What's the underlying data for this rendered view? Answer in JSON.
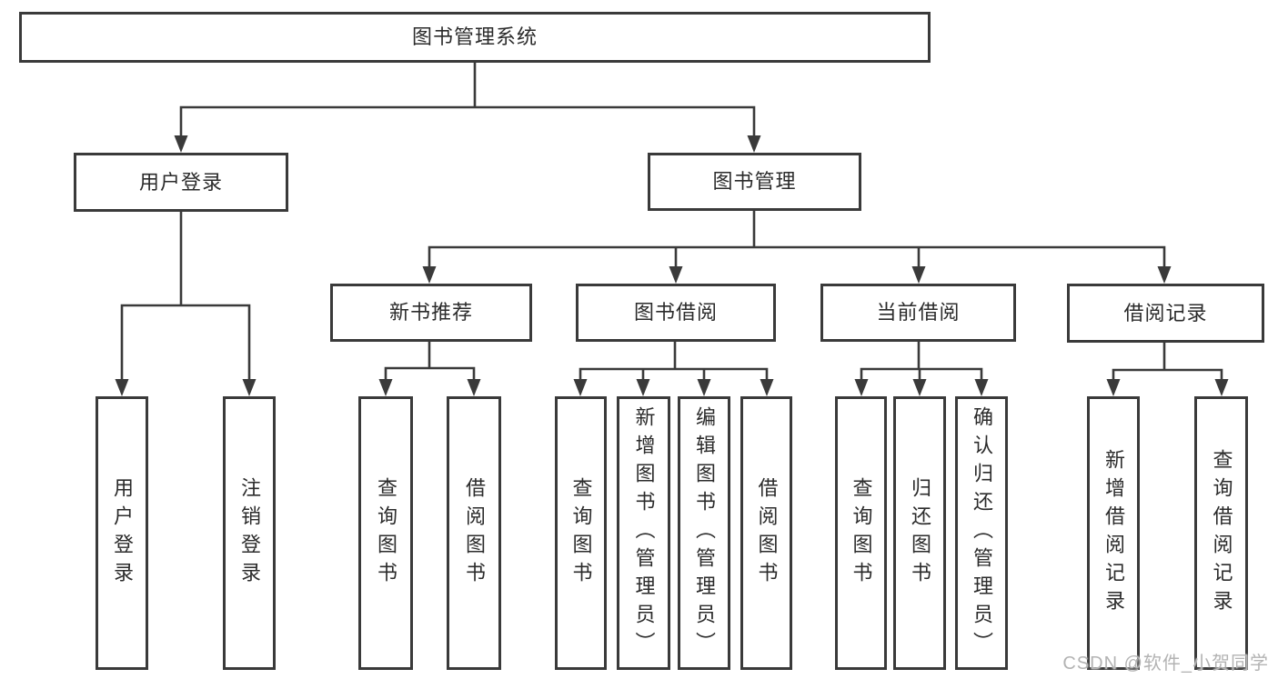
{
  "diagram": {
    "tree": {
      "root": {
        "label": "图书管理系统",
        "children": [
          {
            "label": "用户登录",
            "children": [
              {
                "label": "用户登录"
              },
              {
                "label": "注销登录"
              }
            ]
          },
          {
            "label": "图书管理",
            "children": [
              {
                "label": "新书推荐",
                "children": [
                  {
                    "label": "查询图书"
                  },
                  {
                    "label": "借阅图书"
                  }
                ]
              },
              {
                "label": "图书借阅",
                "children": [
                  {
                    "label": "查询图书"
                  },
                  {
                    "label": "新增图书（管理员）"
                  },
                  {
                    "label": "编辑图书（管理员）"
                  },
                  {
                    "label": "借阅图书"
                  }
                ]
              },
              {
                "label": "当前借阅",
                "children": [
                  {
                    "label": "查询图书"
                  },
                  {
                    "label": "归还图书"
                  },
                  {
                    "label": "确认归还（管理员）"
                  }
                ]
              },
              {
                "label": "借阅记录",
                "children": [
                  {
                    "label": "新增借阅记录"
                  },
                  {
                    "label": "查询借阅记录"
                  }
                ]
              }
            ]
          }
        ]
      }
    },
    "watermark": "CSDN @软件_小贺同学",
    "colors": {
      "line": "#3a3a3a",
      "box_fill": "#ffffff",
      "text": "#2b2b2b",
      "background": "#ffffff",
      "watermark": "#b3b3b3"
    }
  }
}
